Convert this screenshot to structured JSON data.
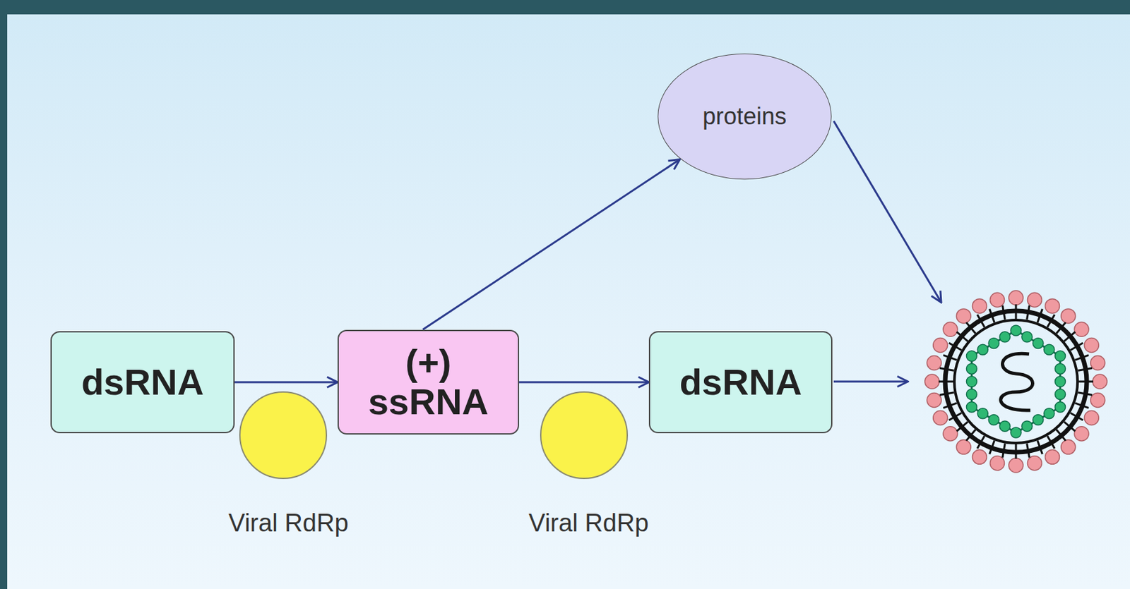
{
  "diagram": {
    "nodes": [
      {
        "text": [
          "dsRNA"
        ]
      },
      {
        "text": [
          "(+) ssRNA"
        ]
      },
      {
        "text": [
          "dsRNA"
        ]
      },
      {
        "text": [
          "proteins"
        ]
      }
    ],
    "edges": [
      {
        "from": 0,
        "to": 1,
        "arrow": "to"
      },
      {
        "from": 1,
        "to": 2,
        "arrow": "to"
      },
      {
        "from": 1,
        "to": 3,
        "arrow": "to"
      }
    ],
    "labels": [
      "Viral RdRp",
      "Viral RdRp"
    ]
  }
}
